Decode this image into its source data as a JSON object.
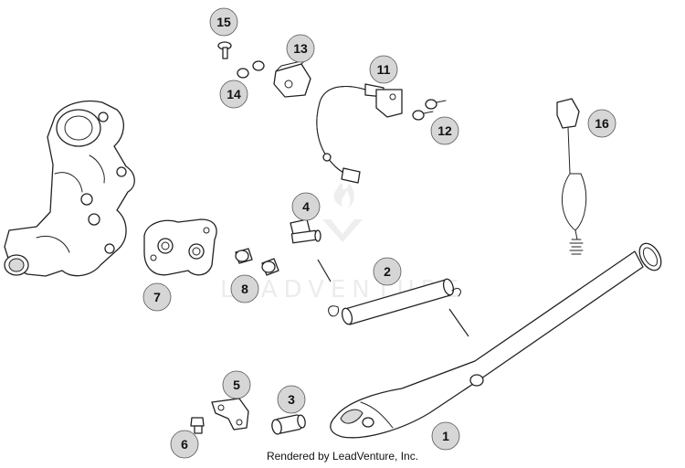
{
  "watermark": "LEADVENTURE",
  "credit": "Rendered by LeadVenture, Inc.",
  "callouts": [
    {
      "id": "1",
      "label": "1"
    },
    {
      "id": "2",
      "label": "2"
    },
    {
      "id": "3",
      "label": "3"
    },
    {
      "id": "4",
      "label": "4"
    },
    {
      "id": "5",
      "label": "5"
    },
    {
      "id": "6",
      "label": "6"
    },
    {
      "id": "7",
      "label": "7"
    },
    {
      "id": "8",
      "label": "8"
    },
    {
      "id": "11",
      "label": "11"
    },
    {
      "id": "12",
      "label": "12"
    },
    {
      "id": "13",
      "label": "13"
    },
    {
      "id": "14",
      "label": "14"
    },
    {
      "id": "15",
      "label": "15"
    },
    {
      "id": "16",
      "label": "16"
    }
  ],
  "colors": {
    "line": "#222222",
    "callout_fill": "#d6d6d6",
    "watermark": "#ececec"
  }
}
